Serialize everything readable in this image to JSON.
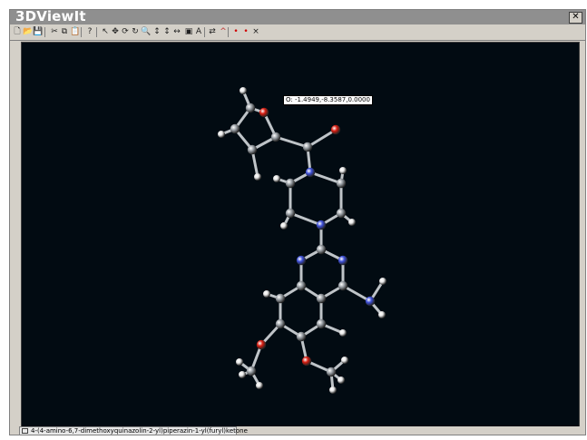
{
  "window": {
    "title": "3DViewIt",
    "close_label": "✕"
  },
  "toolbar": {
    "buttons": [
      {
        "name": "new-button",
        "glyph": "🗋"
      },
      {
        "name": "open-button",
        "glyph": "📂"
      },
      {
        "name": "save-button",
        "glyph": "💾"
      },
      {
        "name": "cut-button",
        "glyph": "✂"
      },
      {
        "name": "copy-button",
        "glyph": "⧉"
      },
      {
        "name": "paste-button",
        "glyph": "📋"
      },
      {
        "name": "help-button",
        "glyph": "?"
      },
      {
        "name": "select-button",
        "glyph": "↖"
      },
      {
        "name": "move-button",
        "glyph": "✥"
      },
      {
        "name": "rotate-button",
        "glyph": "⟳"
      },
      {
        "name": "spin-button",
        "glyph": "↻"
      },
      {
        "name": "zoom-button",
        "glyph": "🔍"
      },
      {
        "name": "measure-button",
        "glyph": "↕"
      },
      {
        "name": "measure2-button",
        "glyph": "↕"
      },
      {
        "name": "distance-button",
        "glyph": "↔"
      },
      {
        "name": "render-button",
        "glyph": "▣"
      },
      {
        "name": "label-button",
        "glyph": "A"
      },
      {
        "name": "bond-button",
        "glyph": "⇄"
      },
      {
        "name": "angle-button",
        "glyph": "^"
      },
      {
        "name": "atom-red-button",
        "glyph": "•"
      },
      {
        "name": "atom-red2-button",
        "glyph": "•"
      },
      {
        "name": "clear-button",
        "glyph": "×"
      }
    ]
  },
  "viewport": {
    "coord_tooltip": "O: -1.4949,-8.3587,0.0000",
    "background": "#020b12",
    "atom_colors": {
      "C": "#9aa0a6",
      "N": "#3d4fd8",
      "O": "#d81c10",
      "H": "#e8e8e8"
    }
  },
  "status": {
    "tab_label": "4-(4-amino-6,7-dimethoxyquinazolin-2-yl)piperazin-1-yl(furyl)ketone"
  }
}
